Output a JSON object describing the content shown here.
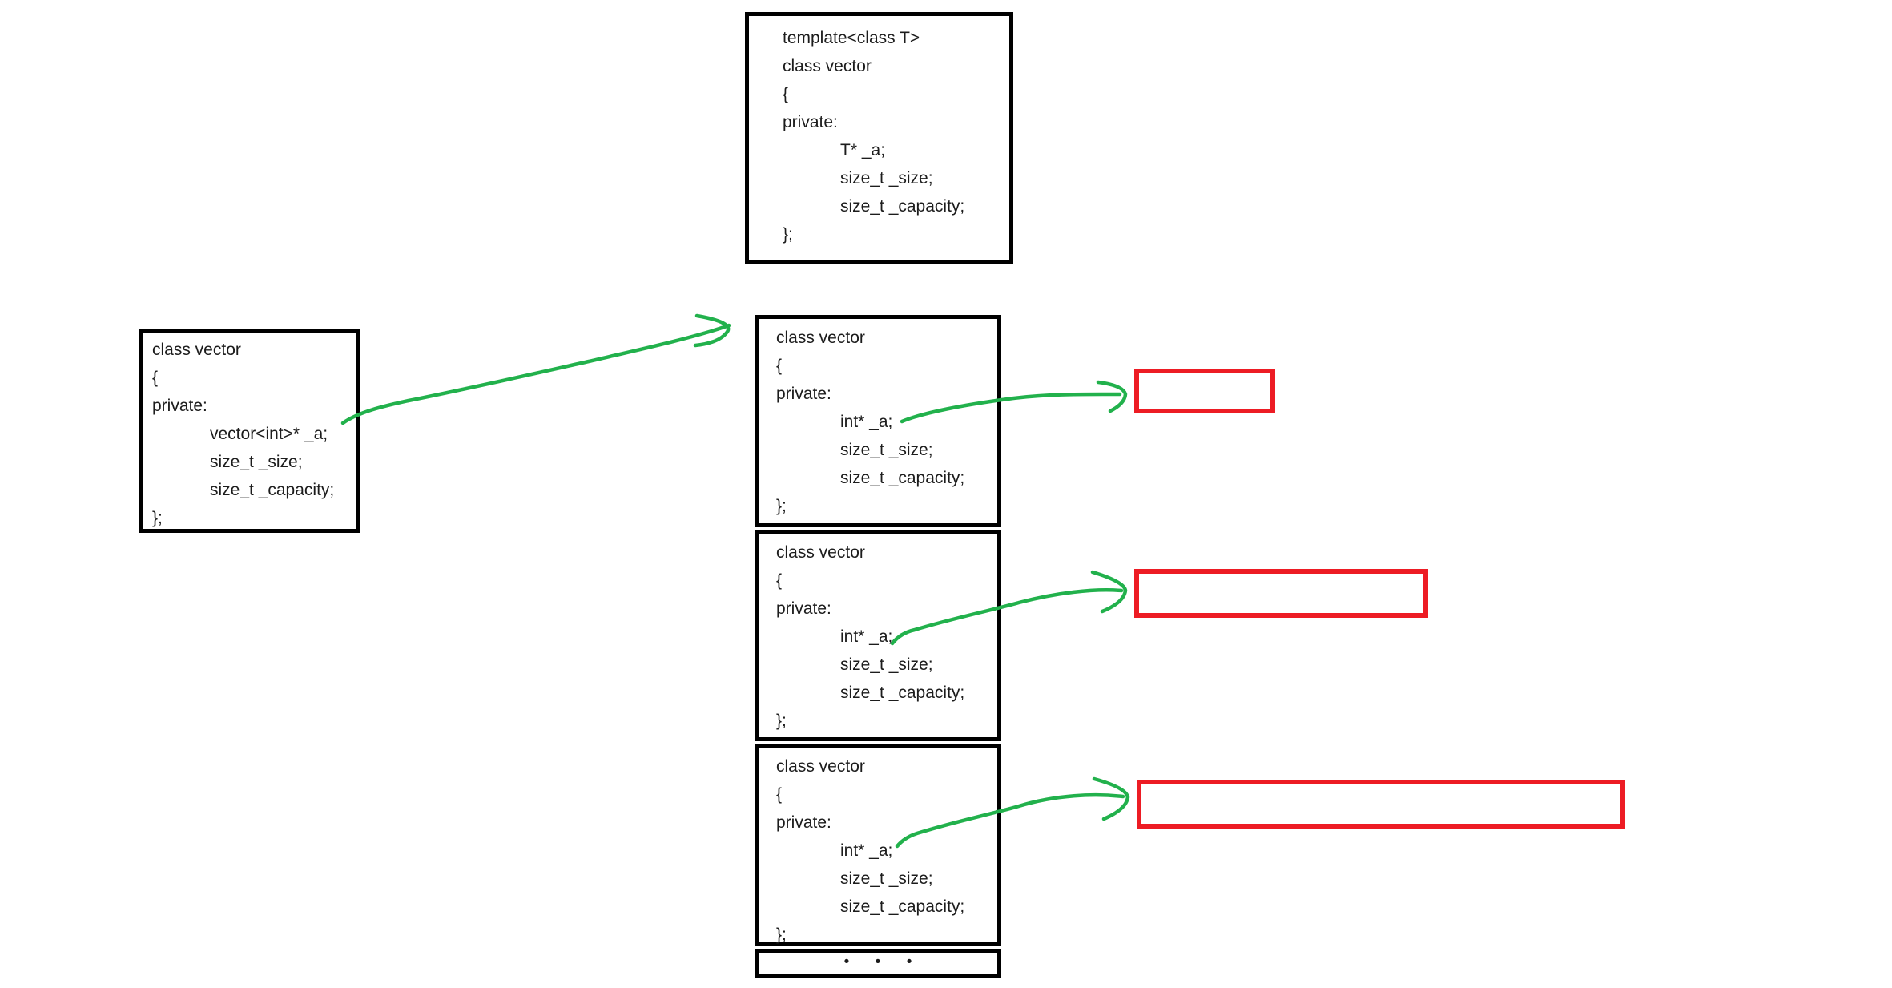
{
  "colors": {
    "background": "#ffffff",
    "border": "#000000",
    "text": "#1c1c1c",
    "arrow": "#22b14c",
    "highlight": "#ed1c24"
  },
  "template_box": {
    "lines": [
      "template<class T>",
      "class vector",
      "{",
      "private:",
      "T* _a;",
      "size_t _size;",
      "size_t _capacity;",
      "};"
    ]
  },
  "vector_int_box": {
    "lines": [
      "class vector",
      "{",
      "private:",
      "vector<int>* _a;",
      "size_t _size;",
      "size_t _capacity;",
      "};"
    ]
  },
  "instance_boxes": [
    {
      "lines": [
        "class vector",
        "{",
        "private:",
        "int* _a;",
        "size_t _size;",
        "size_t _capacity;",
        "};"
      ]
    },
    {
      "lines": [
        "class vector",
        "{",
        "private:",
        "int* _a;",
        "size_t _size;",
        "size_t _capacity;",
        "};"
      ]
    },
    {
      "lines": [
        "class vector",
        "{",
        "private:",
        "int* _a;",
        "size_t _size;",
        "size_t _capacity;",
        "};"
      ]
    }
  ],
  "ellipsis": {
    "dots": [
      "•",
      "•",
      "•"
    ]
  }
}
